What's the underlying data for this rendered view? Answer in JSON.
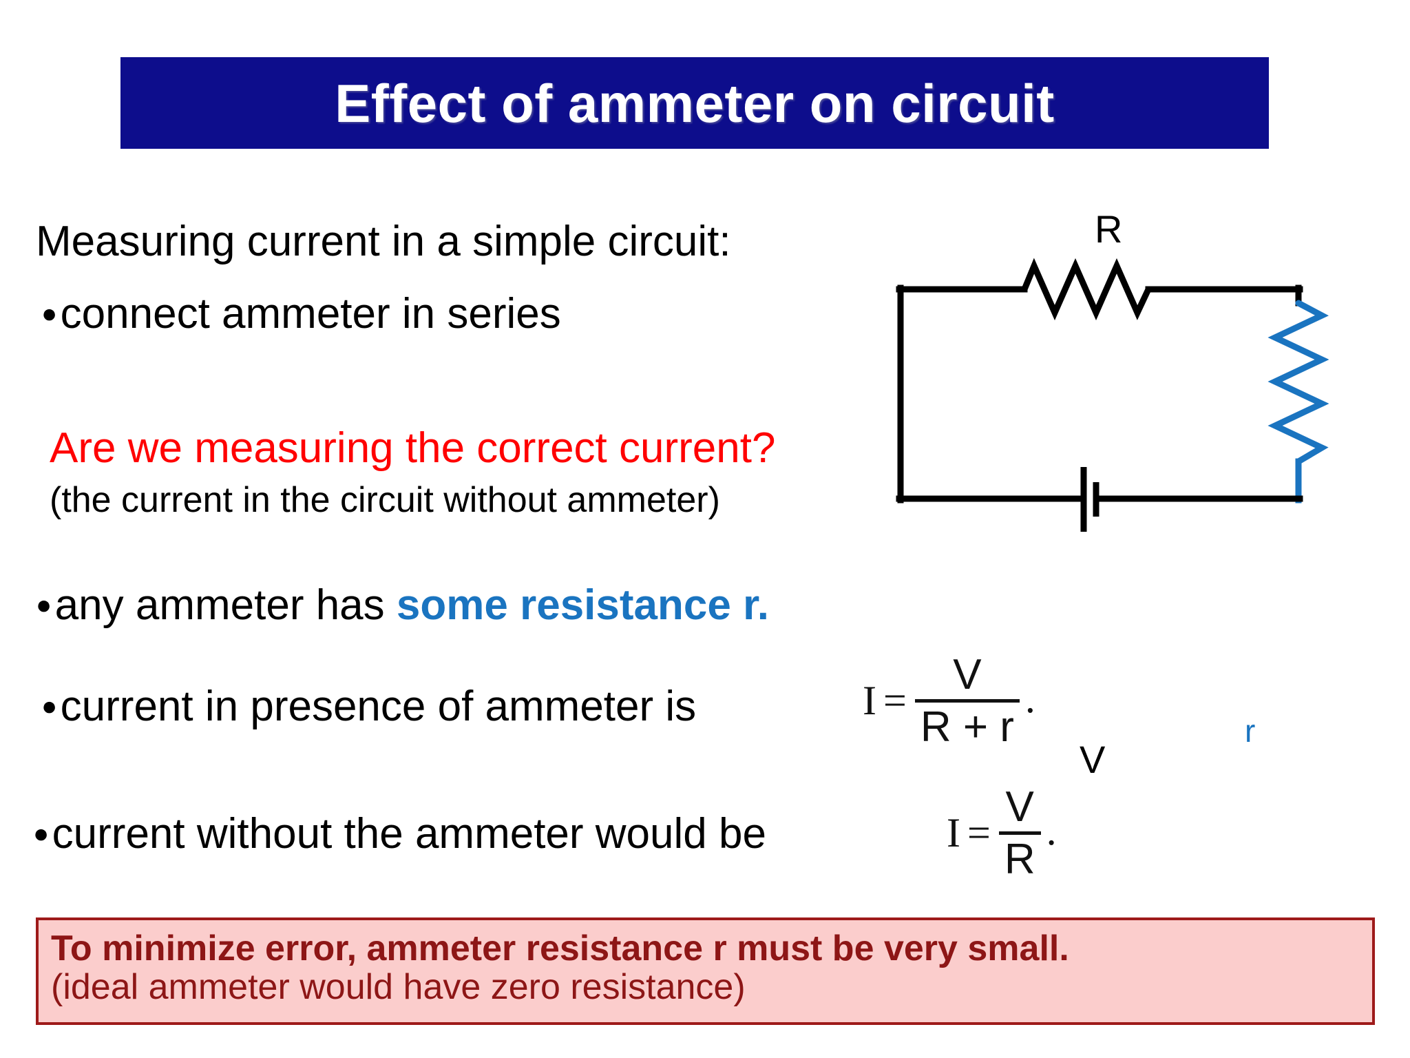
{
  "slide": {
    "title": "Effect of ammeter on circuit",
    "title_bg": "#0d0d8c",
    "title_color": "#ffffff"
  },
  "body": {
    "lead": "Measuring current in a simple circuit:",
    "bullet_1": "connect ammeter in series",
    "question_red": "Are we measuring the correct current?",
    "question_red_color": "#ff0000",
    "parenthetical": "(the current in the circuit without ammeter)",
    "bullet_2_plain": "any ammeter has ",
    "bullet_2_emphasis": "some resistance r.",
    "bullet_2_emphasis_color": "#1a74c0",
    "bullet_3": "current in presence of ammeter is",
    "bullet_4": "current without the ammeter would be"
  },
  "formulas": [
    {
      "id": "current-with-ammeter",
      "lhs": "I",
      "equals": "=",
      "numerator": "V",
      "denominator": "R + r",
      "trailing": "."
    },
    {
      "id": "current-without-ammeter",
      "lhs": "I",
      "equals": "=",
      "numerator": "V",
      "denominator": "R",
      "trailing": "."
    }
  ],
  "circuit": {
    "label_resistor": "R",
    "label_ammeter_resistance": "r",
    "label_battery": "V",
    "wire_color": "#000000",
    "ammeter_resistance_color": "#1a74c0"
  },
  "callout": {
    "line1": "To minimize error, ammeter resistance r must be very small.",
    "line2": "(ideal ammeter would have zero resistance)",
    "bg": "#fbcdcc",
    "border": "#9e1a1a",
    "text_color": "#8d1616"
  }
}
